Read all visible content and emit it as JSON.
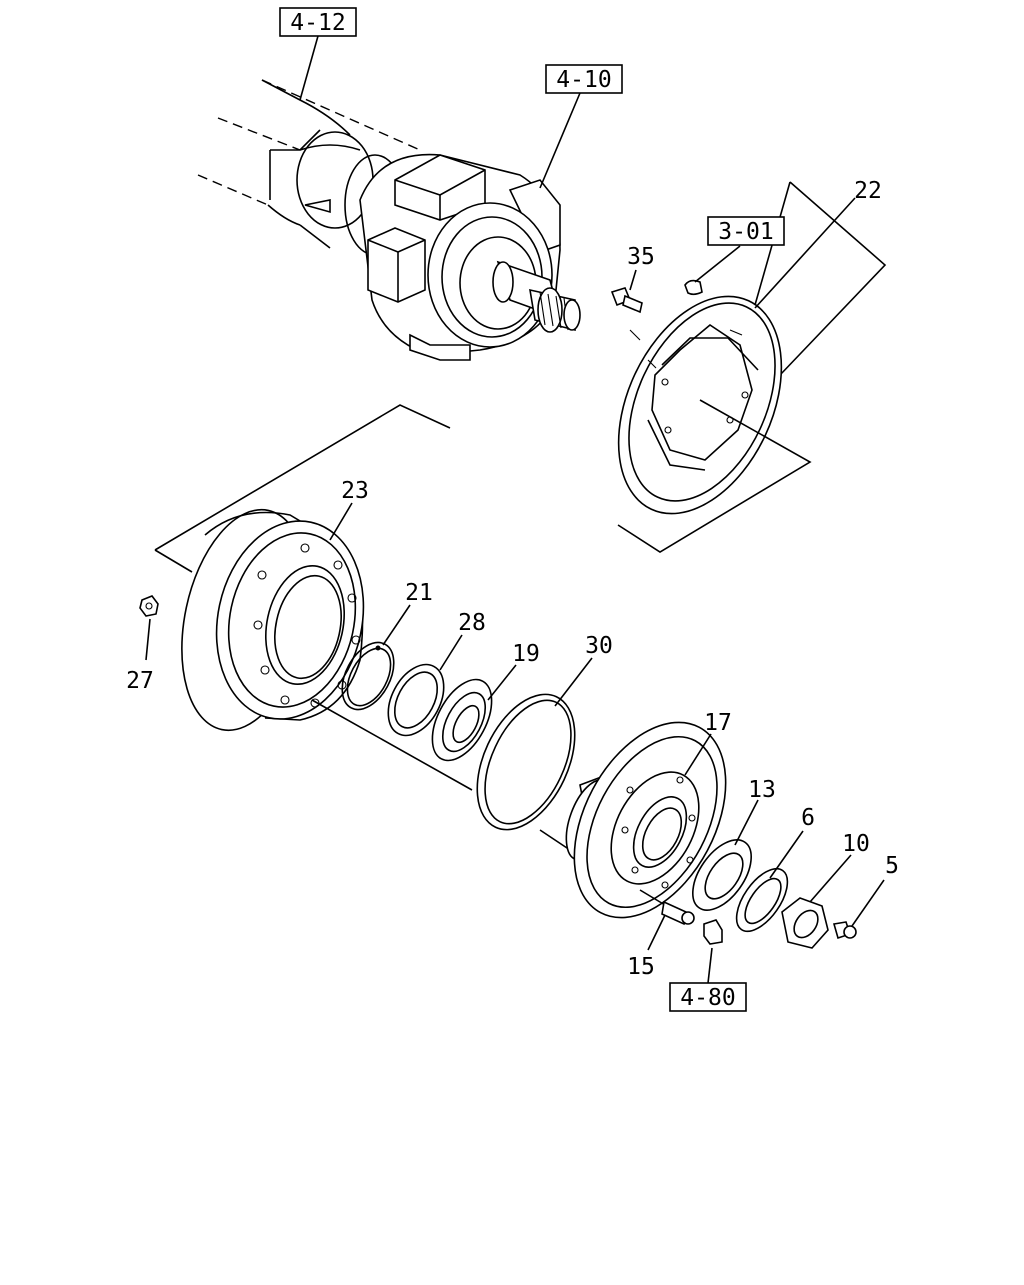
{
  "references": {
    "ref_4_12": "4-12",
    "ref_4_10": "4-10",
    "ref_3_01": "3-01",
    "ref_4_80": "4-80"
  },
  "callouts": {
    "p22": "22",
    "p35": "35",
    "p23": "23",
    "p21": "21",
    "p28": "28",
    "p19": "19",
    "p30": "30",
    "p27": "27",
    "p17": "17",
    "p13": "13",
    "p6": "6",
    "p10": "10",
    "p5": "5",
    "p15": "15"
  }
}
